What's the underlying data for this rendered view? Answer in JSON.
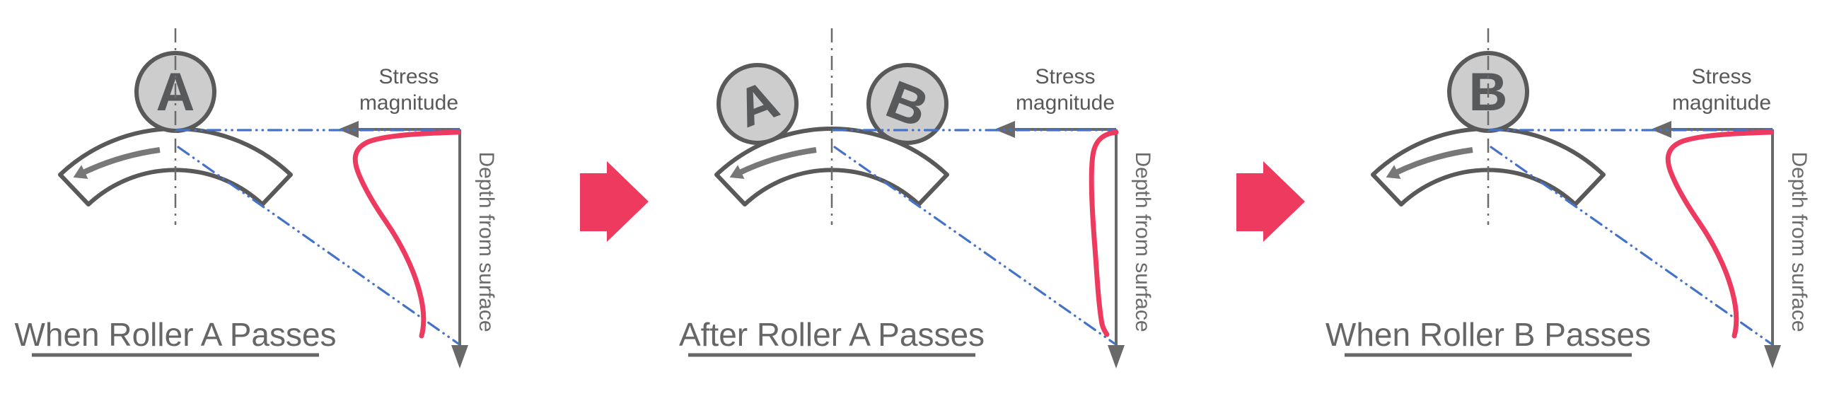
{
  "colors": {
    "accent_pink": "#ee3a5e",
    "guide_blue": "#4472c8",
    "outline_gray": "#595959",
    "roller_fill": "#cdcdcd",
    "caption_gray": "#666666"
  },
  "panels": [
    {
      "caption": "When Roller A Passes",
      "rollers": [
        "A"
      ],
      "stress_label_line1": "Stress",
      "stress_label_line2": "magnitude",
      "depth_label": "Depth from surface",
      "curve_type": "deep subsurface stress peak"
    },
    {
      "caption": "After Roller A Passes",
      "rollers": [
        "A",
        "B"
      ],
      "stress_label_line1": "Stress",
      "stress_label_line2": "magnitude",
      "depth_label": "Depth from surface",
      "curve_type": "small near-surface residual stress"
    },
    {
      "caption": "When Roller B Passes",
      "rollers": [
        "B"
      ],
      "stress_label_line1": "Stress",
      "stress_label_line2": "magnitude",
      "depth_label": "Depth from surface",
      "curve_type": "deep subsurface stress peak"
    }
  ]
}
